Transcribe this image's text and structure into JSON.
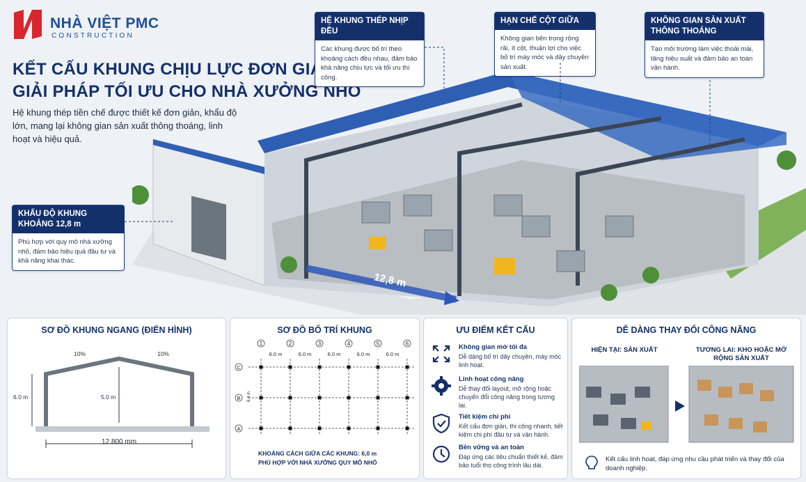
{
  "brand": {
    "name": "NHÀ VIỆT PMC",
    "sub": "CONSTRUCTION"
  },
  "header": {
    "title_line1": "KẾT CẤU KHUNG CHỊU LỰC ĐƠN GIẢN",
    "title_line2": "GIẢI PHÁP TỐI ƯU CHO NHÀ XƯỞNG NHỎ",
    "intro": "Hệ khung thép tiền chế được thiết kế đơn giản, khẩu độ lớn, mang lại không gian sản xuất thông thoáng, linh hoạt và hiệu quả."
  },
  "callouts": {
    "steel": {
      "title": "HỆ KHUNG THÉP NHỊP ĐỀU",
      "body": "Các khung được bố trí theo khoảng cách đều nhau, đảm bảo khả năng chịu lực và tối ưu thi công."
    },
    "column": {
      "title": "HẠN CHẾ CỘT GIỮA",
      "body": "Không gian bên trong rộng rãi, ít cột, thuận lợi cho việc bố trí máy móc và dây chuyền sản xuất."
    },
    "space": {
      "title": "KHÔNG GIAN SẢN XUẤT THÔNG THOÁNG",
      "body": "Tạo môi trường làm việc thoải mái, tăng hiệu suất và đảm bảo an toàn vận hành."
    },
    "span": {
      "title": "KHẨU ĐỘ KHUNG KHOẢNG 12,8 m",
      "body": "Phù hợp với quy mô nhà xưởng nhỏ, đảm bảo hiệu quả đầu tư và khả năng khai thác."
    }
  },
  "scene": {
    "span_label": "12,8 m"
  },
  "frame_section": {
    "title": "SƠ ĐỒ KHUNG NGANG (ĐIỂN HÌNH)",
    "slope_left": "10%",
    "slope_right": "10%",
    "height_label": "6.0 m",
    "ridge_label": "5.0 m",
    "width_label": "12.800 mm"
  },
  "layout_section": {
    "title": "SƠ ĐỒ BỐ TRÍ KHUNG",
    "axes_num": [
      "1",
      "2",
      "3",
      "4",
      "5",
      "6"
    ],
    "axes_letter": [
      "C",
      "B",
      "A"
    ],
    "spacings": [
      "6.0 m",
      "6.0 m",
      "6.0 m",
      "6.0 m",
      "6.0 m"
    ],
    "side_label": "6.4 m",
    "note_line1": "KHOẢNG CÁCH GIỮA CÁC KHUNG: 6,0 m",
    "note_line2": "PHÙ HỢP VỚI NHÀ XƯỞNG QUY MÔ NHỎ"
  },
  "advantages": {
    "title": "ƯU ĐIỂM KẾT CẤU",
    "items": [
      {
        "title": "Không gian mở tối đa",
        "desc": "Dễ dàng bố trí dây chuyền, máy móc linh hoạt.",
        "icon": "expand-icon"
      },
      {
        "title": "Linh hoạt công năng",
        "desc": "Dễ thay đổi layout, mở rộng hoặc chuyển đổi công năng trong tương lai.",
        "icon": "gear-icon"
      },
      {
        "title": "Tiết kiệm chi phí",
        "desc": "Kết cấu đơn giản, thi công nhanh, tiết kiệm chi phí đầu tư và vận hành.",
        "icon": "shield-check-icon"
      },
      {
        "title": "Bền vững và an toàn",
        "desc": "Đáp ứng các tiêu chuẩn thiết kế, đảm bảo tuổi thọ công trình lâu dài.",
        "icon": "clock-icon"
      }
    ]
  },
  "change_section": {
    "title": "DỄ DÀNG THAY ĐỔI CÔNG NĂNG",
    "now_label": "HIỆN TẠI: SẢN XUẤT",
    "future_label": "TƯƠNG LAI: KHO HOẶC MỞ RỘNG SẢN XUẤT",
    "note": "Kết cấu linh hoạt, đáp ứng nhu cầu phát triển và thay đổi của doanh nghiệp."
  },
  "colors": {
    "navy": "#14306b",
    "roof": "#2f5fb3",
    "accent": "#d9262c"
  }
}
